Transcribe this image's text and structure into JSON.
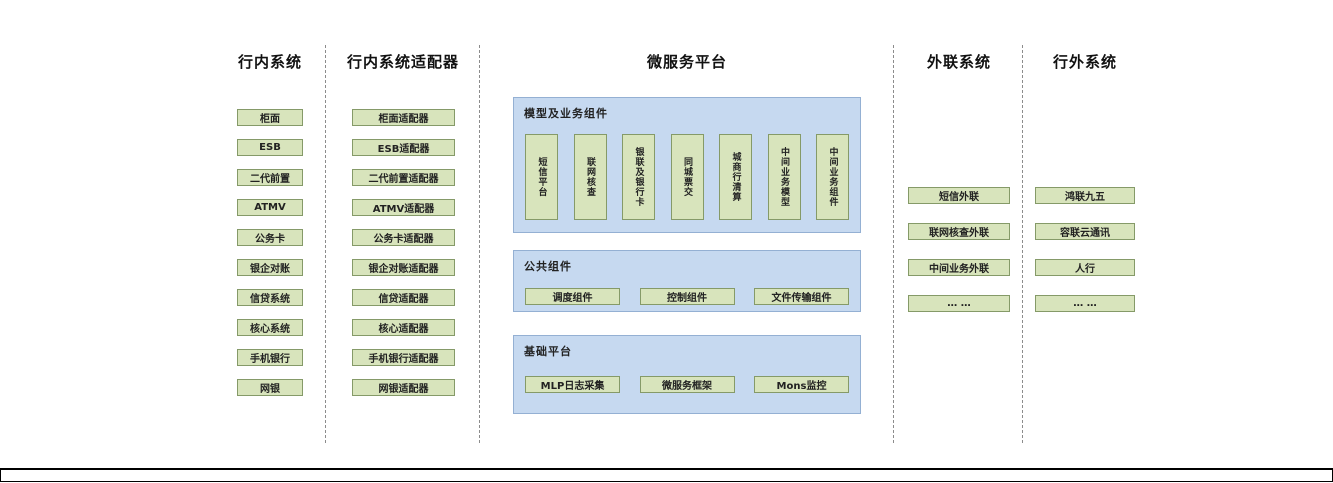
{
  "diagram": {
    "columns": {
      "internal": {
        "title": "行内系统",
        "items": [
          "柜面",
          "ESB",
          "二代前置",
          "ATMV",
          "公务卡",
          "银企对账",
          "信贷系统",
          "核心系统",
          "手机银行",
          "网银"
        ]
      },
      "adapters": {
        "title": "行内系统适配器",
        "items": [
          "柜面适配器",
          "ESB适配器",
          "二代前置适配器",
          "ATMV适配器",
          "公务卡适配器",
          "银企对账适配器",
          "信贷适配器",
          "核心适配器",
          "手机银行适配器",
          "网银适配器"
        ]
      },
      "platform": {
        "title": "微服务平台",
        "panels": [
          {
            "title": "模型及业务组件",
            "items": [
              "短信平台",
              "联网核查",
              "银联及银行卡",
              "同城票交",
              "城商行清算",
              "中间业务模型",
              "中间业务组件"
            ]
          },
          {
            "title": "公共组件",
            "items": [
              "调度组件",
              "控制组件",
              "文件传输组件"
            ]
          },
          {
            "title": "基础平台",
            "items": [
              "MLP日志采集",
              "微服务框架",
              "Mons监控"
            ]
          }
        ]
      },
      "outreach": {
        "title": "外联系统",
        "items": [
          "短信外联",
          "联网核查外联",
          "中间业务外联",
          "… …"
        ]
      },
      "external": {
        "title": "行外系统",
        "items": [
          "鸿联九五",
          "容联云通讯",
          "人行",
          "… …"
        ]
      }
    },
    "colors": {
      "box_fill": "#d8e4bc",
      "box_border": "#859a68",
      "panel_fill": "#c6d9f0",
      "panel_border": "#94b0d3"
    }
  }
}
